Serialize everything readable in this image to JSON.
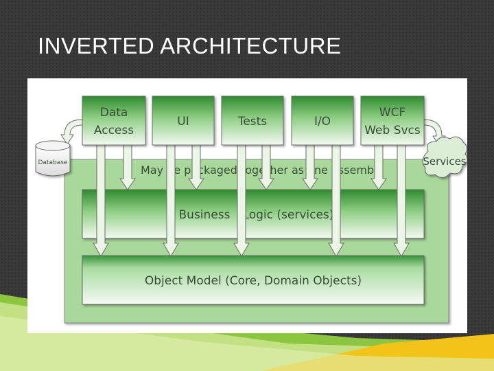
{
  "slide": {
    "title": "INVERTED ARCHITECTURE"
  },
  "diagram": {
    "top_boxes": [
      {
        "id": "data-access",
        "lines": [
          "Data",
          "Access"
        ]
      },
      {
        "id": "ui",
        "lines": [
          "UI"
        ]
      },
      {
        "id": "tests",
        "lines": [
          "Tests"
        ]
      },
      {
        "id": "io",
        "lines": [
          "I/O"
        ]
      },
      {
        "id": "wcf",
        "lines": [
          "WCF",
          "Web Svcs"
        ]
      }
    ],
    "database_label": "Database",
    "services_label": "Services",
    "assembly_note": "May be packaged together as one assembly",
    "business_layer": {
      "left": "Business",
      "right": "Logic (services)"
    },
    "object_model_label": "Object Model (Core, Domain Objects)",
    "colors": {
      "box_green_dark": "#2e8b2e",
      "box_green_light": "#f4faf2",
      "container_fill": "#a9d99a",
      "arrow_fill": "#ebf6e6",
      "cloud_fill": "#dcefd6"
    }
  }
}
